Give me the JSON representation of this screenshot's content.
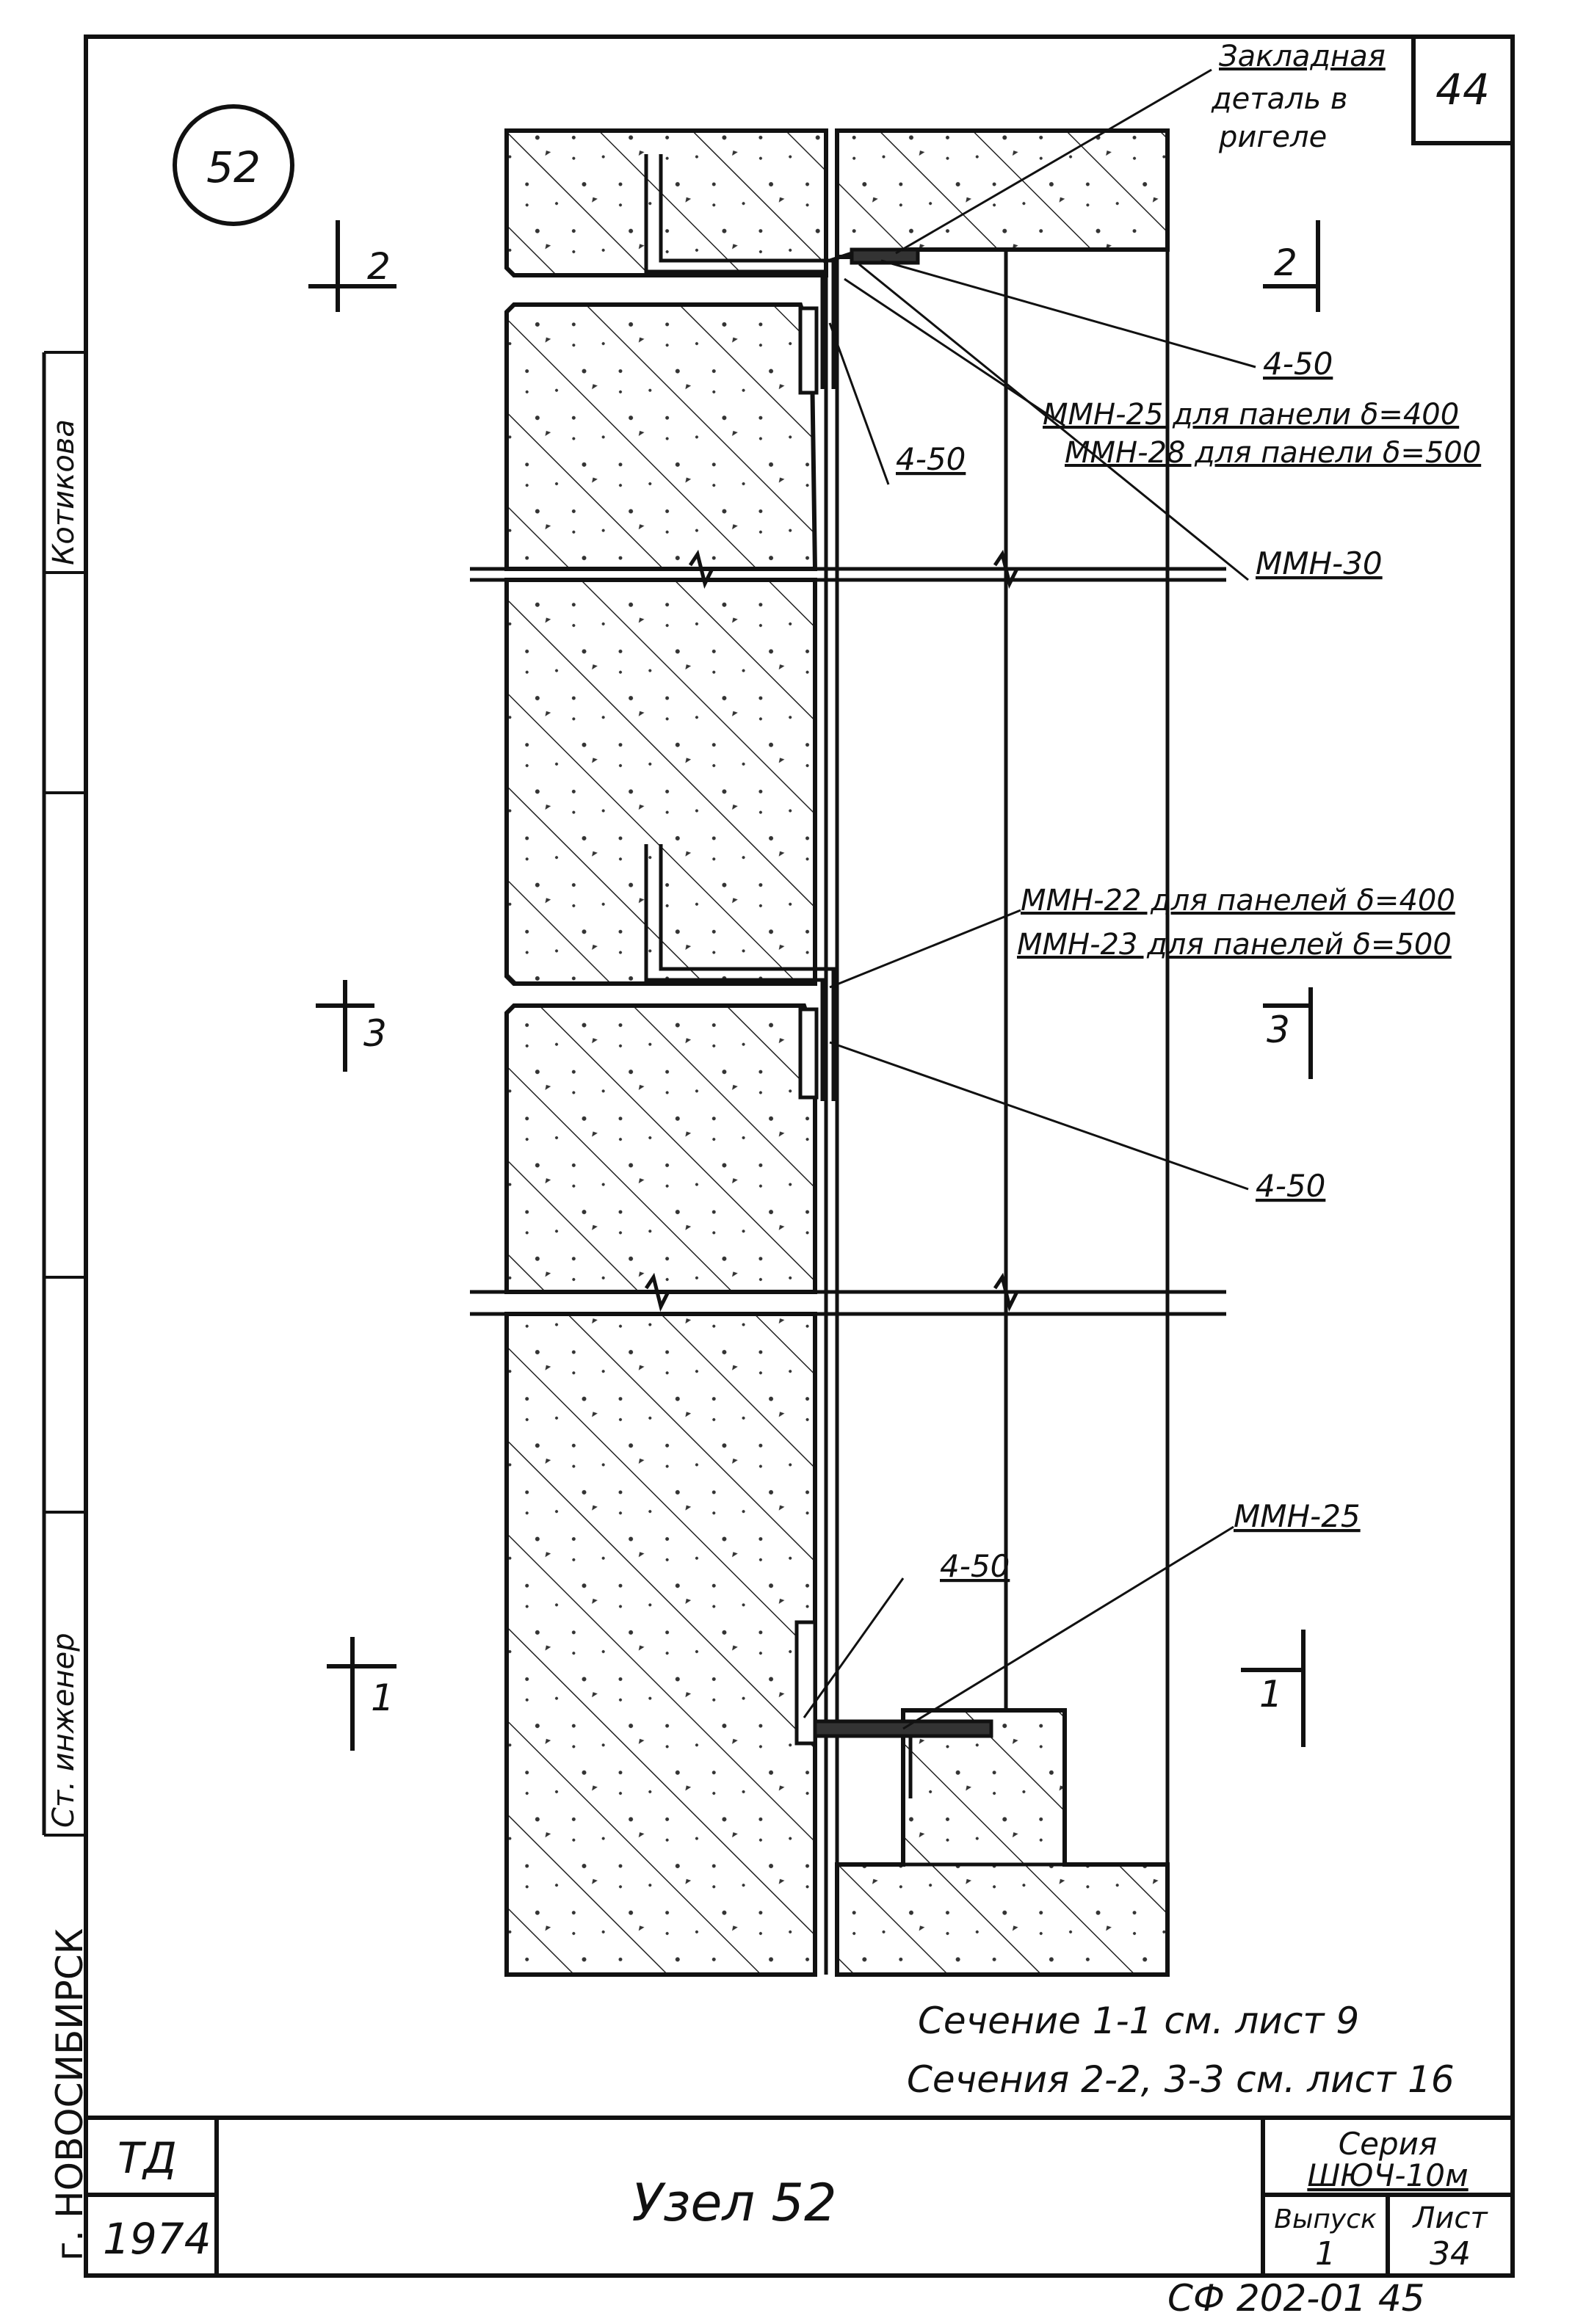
{
  "node_circle": "52",
  "page_corner": "44",
  "side_stamp": {
    "city": "г. НОВОСИБИРСК",
    "fields": [
      "Котикова",
      "Ст. инженер"
    ]
  },
  "sections": {
    "s2_left": "2",
    "s2_right": "2",
    "s3_left": "3",
    "s3_right": "3",
    "s1_left": "1",
    "s1_right": "1"
  },
  "callouts": {
    "zaklad_1": "Закладная",
    "zaklad_2": "деталь в",
    "zaklad_3": "ригеле",
    "a450_top": "4-50",
    "mmn25_400": "ММН-25 для панели δ=400",
    "mmn28_500": "ММН-28 для панели δ=500",
    "a450_left": "4-50",
    "mmn30": "ММН-30",
    "mmn22_400": "ММН-22 для панелей δ=400",
    "mmn23_500": "ММН-23 для панелей δ=500",
    "a450_mid": "4-50",
    "a450_bottom": "4-50",
    "mmn25": "ММН-25"
  },
  "notes": {
    "line1": "Сечение 1-1 см. лист 9",
    "line2": "Сечения 2-2, 3-3 см. лист 16"
  },
  "title_block": {
    "org": "ТД",
    "year": "1974",
    "title": "Узел 52",
    "series_label": "Серия",
    "series_value": "ШЮЧ-10м",
    "issue_label": "Выпуск",
    "issue_value": "1",
    "sheet_label": "Лист",
    "sheet_value": "34"
  },
  "footer_code": "СФ 202-01 45"
}
